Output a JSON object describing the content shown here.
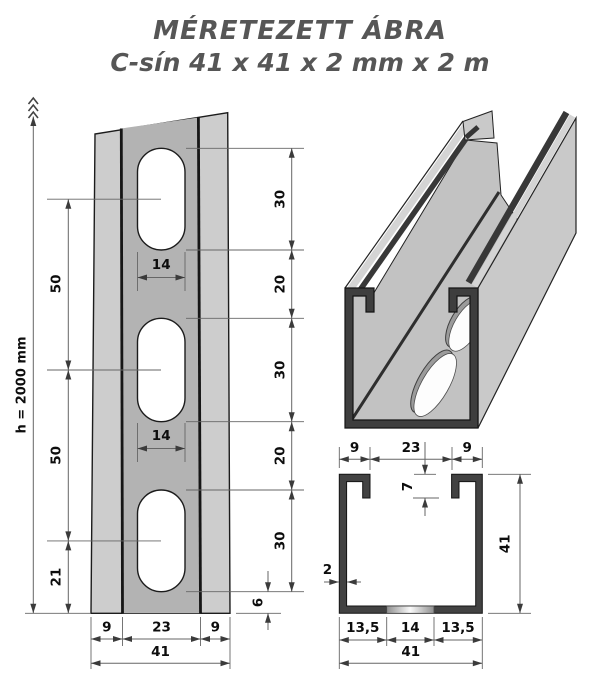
{
  "title": {
    "line1": "MÉRETEZETT ÁBRA",
    "line2": "C-sín 41 x 41 x 2 mm x 2 m"
  },
  "front_view": {
    "height_label": "h = 2000 mm",
    "pitch_dims": [
      "50",
      "50",
      "21"
    ],
    "slot_width_dims": [
      "14",
      "14"
    ],
    "slot_block_dims": [
      "30",
      "20",
      "30",
      "20",
      "30"
    ],
    "end_gap_dim": "6",
    "width_dims": [
      "9",
      "23",
      "9"
    ],
    "width_total_dim": "41"
  },
  "cross_section": {
    "top_width_dims": [
      "9",
      "23",
      "9"
    ],
    "lip_depth_dim": "7",
    "height_dim": "41",
    "wall_thickness_dim": "2",
    "bottom_width_dims": [
      "13,5",
      "14",
      "13,5"
    ],
    "bottom_total_dim": "41"
  },
  "colors": {
    "flange_light": "#cdcdcd",
    "web_gray": "#b3b3b3",
    "iso_face": "#c9c9c9",
    "iso_interior": "#c2c2c2",
    "profile_dark": "#3e3e3e",
    "dim_line": "#666666",
    "label_text": "#0d0d0d",
    "title_text": "#565656"
  }
}
